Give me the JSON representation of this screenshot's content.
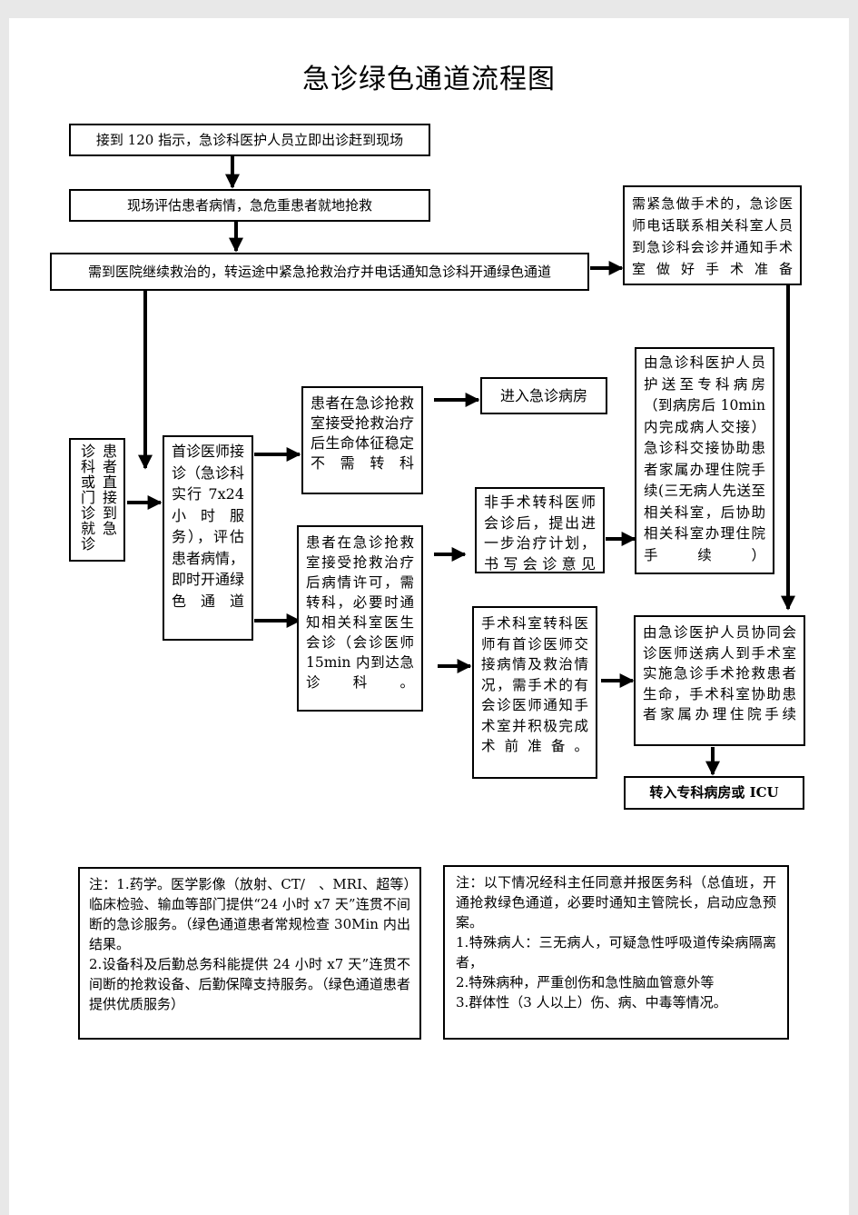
{
  "title": "急诊绿色通道流程图",
  "nodes": {
    "n1": "接到 120 指示，急诊科医护人员立即出诊赶到现场",
    "n2": "现场评估患者病情，急危重患者就地抢救",
    "n3": "需到医院继续救治的，转运途中紧急抢救治疗并电话通知急诊科开通绿色通道",
    "n4": "需紧急做手术的，急诊医师电话联系相关科室人员到急诊科会诊并通知手术室做好手术准备",
    "n5_col1": "患者直接到急",
    "n5_col2": "诊科或门诊就诊",
    "n6": "首诊医师接诊（急诊科实行 7x24 小时服务），评估患者病情，即时开通绿色通道",
    "n7": "患者在急诊抢救室接受抢救治疗后生命体征稳定不需转科",
    "n8": "进入急诊病房",
    "n9": "由急诊科医护人员护送至专科病房（到病房后 10min 内完成病人交接）急诊科交接协助患者家属办理住院手续(三无病人先送至相关科室，后协助相关科室办理住院手续）",
    "n10": "非手术转科医师会诊后，提出进一步治疗计划，书写会诊意见",
    "n11": "患者在急诊抢救室接受抢救治疗后病情许可，需转科，必要时通知相关科室医生会诊（会诊医师 15min 内到达急诊科。",
    "n12": "手术科室转科医师有首诊医师交接病情及救治情况，需手术的有会诊医师通知手术室并积极完成术前准备。",
    "n13": "由急诊医护人员协同会诊医师送病人到手术室实施急诊手术抢救患者生命，手术科室协助患者家属办理住院手续",
    "n14": "转入专科病房或 ICU"
  },
  "notes": {
    "left": [
      "注：1.药学。医学影像（放射、CT/　、MRI、超等）临床检验、输血等部门提供“24 小时 x7 天”连贯不间断的急诊服务。（绿色通道患者常规检查 30Min 内出结果。",
      "2.设备科及后勤总务科能提供 24 小时 x7 天”连贯不间断的抢救设备、后勤保障支持服务。（绿色通道患者提供优质服务）"
    ],
    "right": [
      "注：以下情况经科主任同意并报医务科（总值班，开通抢救绿色通道，必要时通知主管院长，启动应急预案。",
      "1.特殊病人：三无病人，可疑急性呼吸道传染病隔离者，",
      "2.特殊病种，严重创伤和急性脑血管意外等",
      "3.群体性（3 人以上）伤、病、中毒等情况。"
    ]
  }
}
